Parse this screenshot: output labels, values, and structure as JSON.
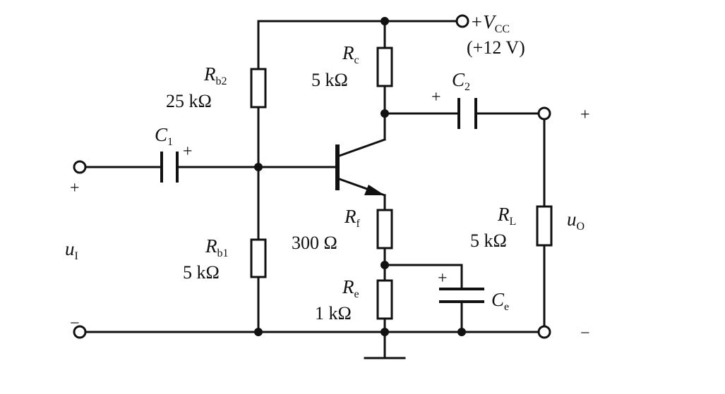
{
  "vcc": {
    "label": "+V",
    "sub": "CC",
    "value": "(+12 V)"
  },
  "rb2": {
    "name": "R",
    "sub": "b2",
    "value": "25 kΩ"
  },
  "rb1": {
    "name": "R",
    "sub": "b1",
    "value": "5 kΩ"
  },
  "rc": {
    "name": "R",
    "sub": "c",
    "value": "5 kΩ"
  },
  "rf": {
    "name": "R",
    "sub": "f",
    "value": "300 Ω"
  },
  "re": {
    "name": "R",
    "sub": "e",
    "value": "1 kΩ"
  },
  "rl": {
    "name": "R",
    "sub": "L",
    "value": "5 kΩ"
  },
  "c1": {
    "name": "C",
    "sub": "1",
    "polarity": "+"
  },
  "c2": {
    "name": "C",
    "sub": "2",
    "polarity": "+"
  },
  "ce": {
    "name": "C",
    "sub": "e",
    "polarity": "+"
  },
  "input": {
    "name": "u",
    "sub": "I",
    "plus": "+",
    "minus": "−"
  },
  "output": {
    "name": "u",
    "sub": "O",
    "plus": "+",
    "minus": "−"
  }
}
